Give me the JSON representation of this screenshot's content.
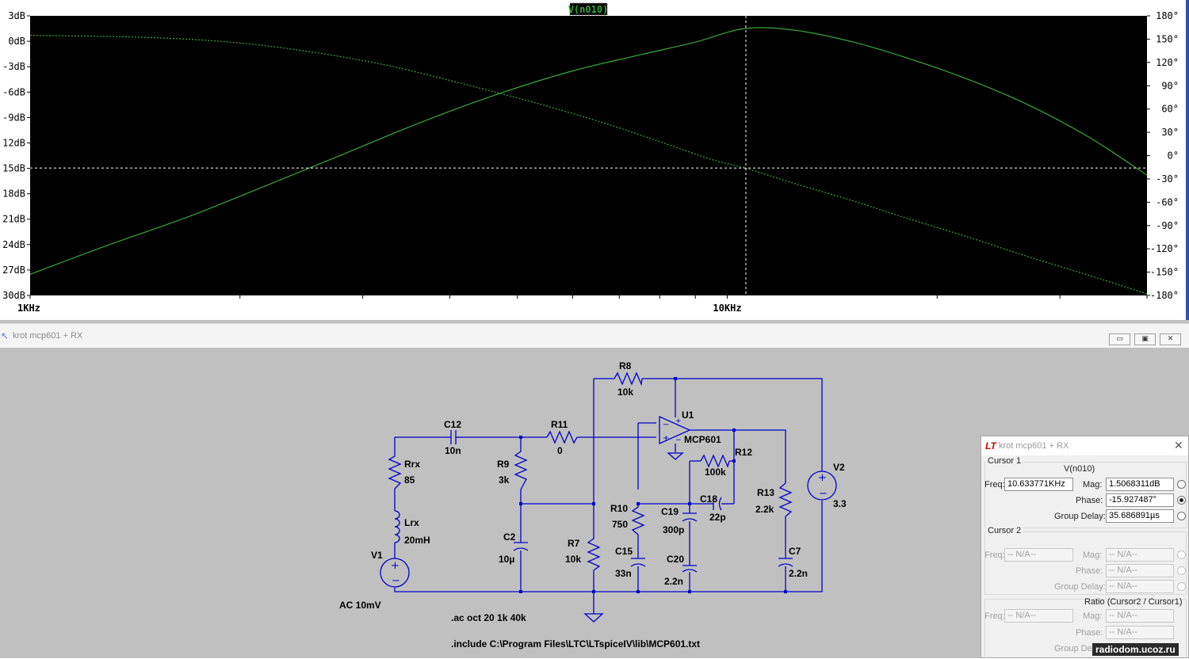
{
  "plot": {
    "trace_label": "V(n010)",
    "left_axis_labels": [
      "3dB",
      "0dB",
      "-3dB",
      "-6dB",
      "-9dB",
      "12dB",
      "15dB",
      "18dB",
      "21dB",
      "24dB",
      "27dB",
      "30dB"
    ],
    "right_axis_labels": [
      "180°",
      "150°",
      "120°",
      "90°",
      "60°",
      "30°",
      "0°",
      "-30°",
      "-60°",
      "-90°",
      "-120°",
      "-150°",
      "-180°"
    ],
    "x_axis_labels": [
      "1KHz",
      "10KHz"
    ],
    "trace_color": "#3aa83a",
    "chart_data": {
      "type": "line",
      "x_scale": "log",
      "x_range_hz": [
        1000,
        40000
      ],
      "y_left_range_db": [
        -30,
        3
      ],
      "y_right_range_deg": [
        -180,
        180
      ],
      "x_ticks_hz": [
        1000,
        10000
      ],
      "series": [
        {
          "name": "V(n010)",
          "axis": "left",
          "style": "solid",
          "points": [
            [
              1000,
              -27.5
            ],
            [
              1300,
              -24.0
            ],
            [
              1700,
              -20.6
            ],
            [
              2200,
              -16.9
            ],
            [
              2800,
              -13.4
            ],
            [
              3600,
              -9.7
            ],
            [
              4700,
              -6.2
            ],
            [
              6000,
              -3.5
            ],
            [
              7500,
              -1.6
            ],
            [
              9000,
              -0.1
            ],
            [
              10600,
              1.5
            ],
            [
              12500,
              1.3
            ],
            [
              15000,
              0.0
            ],
            [
              18000,
              -1.9
            ],
            [
              22000,
              -4.4
            ],
            [
              27000,
              -7.5
            ],
            [
              33000,
              -11.3
            ],
            [
              40000,
              -15.8
            ]
          ]
        },
        {
          "name": "V(n010)",
          "axis": "right",
          "style": "dotted",
          "points": [
            [
              1000,
              155
            ],
            [
              1500,
              152
            ],
            [
              2000,
              145
            ],
            [
              2600,
              132
            ],
            [
              3300,
              115
            ],
            [
              4200,
              92
            ],
            [
              5300,
              68
            ],
            [
              6600,
              43
            ],
            [
              8000,
              18
            ],
            [
              9500,
              -5
            ],
            [
              10600,
              -15.9
            ],
            [
              12500,
              -36
            ],
            [
              15000,
              -57
            ],
            [
              18000,
              -80
            ],
            [
              22000,
              -104
            ],
            [
              27000,
              -130
            ],
            [
              33000,
              -154
            ],
            [
              40000,
              -178
            ]
          ]
        }
      ],
      "cursor": {
        "freq_hz": 10633.771,
        "mag_db": 1.5068311,
        "phase_deg": -15.927487
      }
    }
  },
  "schematic": {
    "window_title": "krot mcp601 + RX",
    "wire_color": "#0000cc",
    "components": {
      "r8": {
        "name": "R8",
        "value": "10k"
      },
      "c12": {
        "name": "C12",
        "value": "10n"
      },
      "r11": {
        "name": "R11",
        "value": "0"
      },
      "u1": {
        "name": "U1",
        "value": "MCP601"
      },
      "r12": {
        "name": "R12",
        "value": "100k"
      },
      "rrx": {
        "name": "Rrx",
        "value": "85"
      },
      "r9": {
        "name": "R9",
        "value": "3k"
      },
      "v2": {
        "name": "V2",
        "value": "3.3"
      },
      "lrx": {
        "name": "Lrx",
        "value": "20mH"
      },
      "c18": {
        "name": "C18",
        "value": "22p"
      },
      "r13": {
        "name": "R13",
        "value": "2.2k"
      },
      "r10": {
        "name": "R10",
        "value": "750"
      },
      "c19": {
        "name": "C19",
        "value": "300p"
      },
      "c2": {
        "name": "C2",
        "value": "10µ"
      },
      "r7": {
        "name": "R7",
        "value": "10k"
      },
      "v1": {
        "name": "V1",
        "value": "AC 10mV"
      },
      "c15": {
        "name": "C15",
        "value": "33n"
      },
      "c20": {
        "name": "C20",
        "value": "2.2n"
      },
      "c7": {
        "name": "C7",
        "value": "2.2n"
      }
    },
    "directives": {
      "ac": ".ac oct 20 1k 40k",
      "include": ".include C:\\Program Files\\LTC\\LTspiceIV\\lib\\MCP601.txt"
    }
  },
  "cursor_dialog": {
    "title": "krot mcp601 + RX",
    "cursor1": {
      "group_label": "Cursor 1",
      "trace": "V(n010)",
      "freq_label": "Freq:",
      "freq_value": "10.633771KHz",
      "mag_label": "Mag:",
      "mag_value": "1.5068311dB",
      "phase_label": "Phase:",
      "phase_value": "-15.927487°",
      "gd_label": "Group Delay:",
      "gd_value": "35.686891µs"
    },
    "cursor2": {
      "group_label": "Cursor 2",
      "freq_label": "Freq:",
      "freq_value": "-- N/A--",
      "mag_label": "Mag:",
      "mag_value": "-- N/A--",
      "phase_label": "Phase:",
      "phase_value": "-- N/A--",
      "gd_label": "Group Delay:",
      "gd_value": "-- N/A--"
    },
    "ratio": {
      "group_label": "Ratio (Cursor2 / Cursor1)",
      "freq_label": "Freq:",
      "freq_value": "-- N/A--",
      "mag_label": "Mag:",
      "mag_value": "-- N/A--",
      "phase_label": "Phase:",
      "phase_value": "-- N/A--",
      "gd_label": "Group Delay:"
    }
  },
  "watermark": "radiodom.ucoz.ru"
}
